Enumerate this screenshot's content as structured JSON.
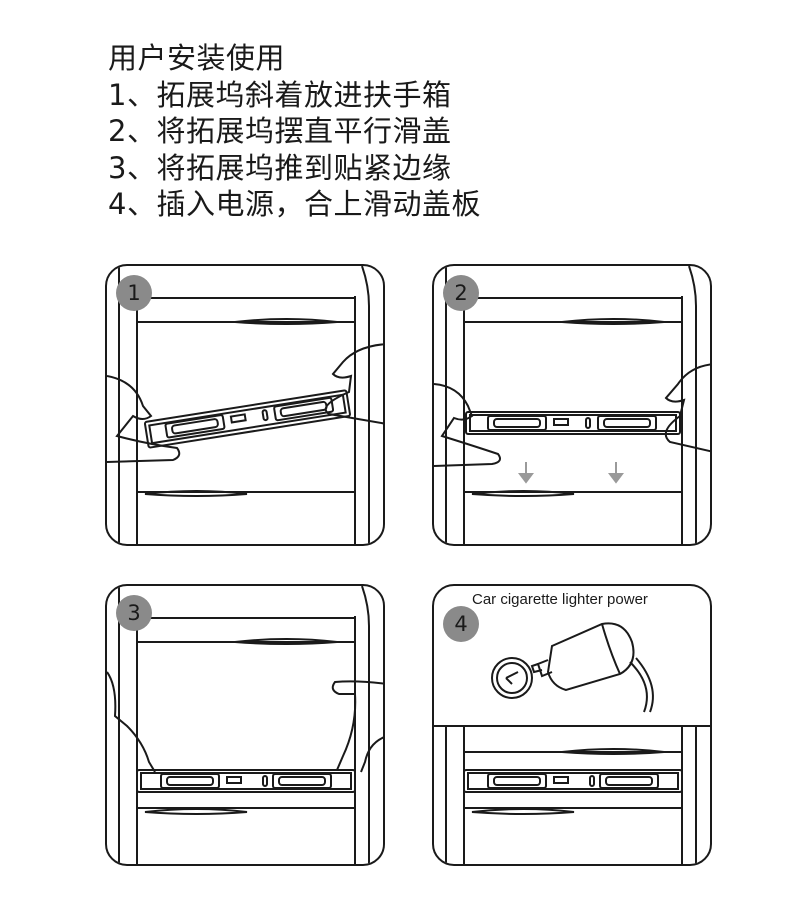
{
  "instructions": {
    "heading": "用户安装使用",
    "steps": [
      "1、拓展坞斜着放进扶手箱",
      "2、将拓展坞摆直平行滑盖",
      "3、将拓展坞推到贴紧边缘",
      "4、插入电源，合上滑动盖板"
    ]
  },
  "panels": [
    {
      "number": "1"
    },
    {
      "number": "2"
    },
    {
      "number": "3"
    },
    {
      "number": "4",
      "caption": "Car cigarette lighter power"
    }
  ],
  "colors": {
    "line": "#1a1a1a",
    "badge": "#8a8a8a",
    "arrow": "#9a9a9a"
  }
}
